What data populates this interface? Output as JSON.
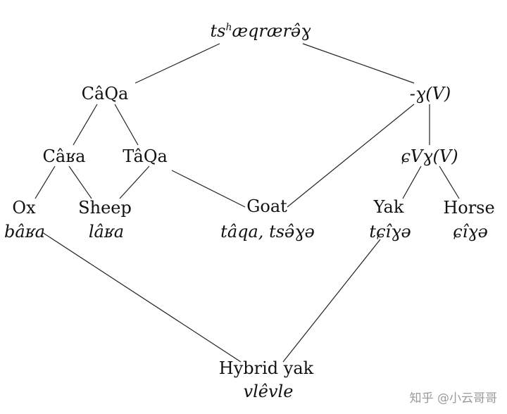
{
  "nodes": {
    "root": {
      "base": "ts",
      "sup": "h",
      "rest": "æqrærə̂ɣ"
    },
    "caqa": "CâQa",
    "gv": "-ɣ(V)",
    "caka": "Câʁa",
    "taqa": "TâQa",
    "cvgv": "ɕVɣ(V)",
    "ox": {
      "label": "Ox",
      "form": "bâʁa"
    },
    "sheep": {
      "label": "Sheep",
      "form": "lâʁa"
    },
    "goat": {
      "label": "Goat",
      "form": "tâqa, tsə̂ɣə"
    },
    "yak": {
      "label": "Yak",
      "form": "tɕîɣə"
    },
    "horse": {
      "label": "Horse",
      "form": "ɕîɣə"
    },
    "hybrid": {
      "label": "Hybrid yak",
      "form": "vlêvle"
    }
  },
  "watermark": "知乎 @小云哥哥",
  "colors": {
    "line": "#222222",
    "text": "#111111",
    "watermark": "#9a9a9a"
  }
}
